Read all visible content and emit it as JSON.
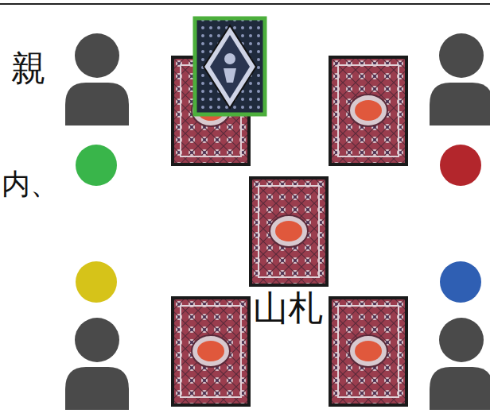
{
  "diagram": {
    "labels": [
      "親",
      "内、",
      "山札"
    ]
  }
}
